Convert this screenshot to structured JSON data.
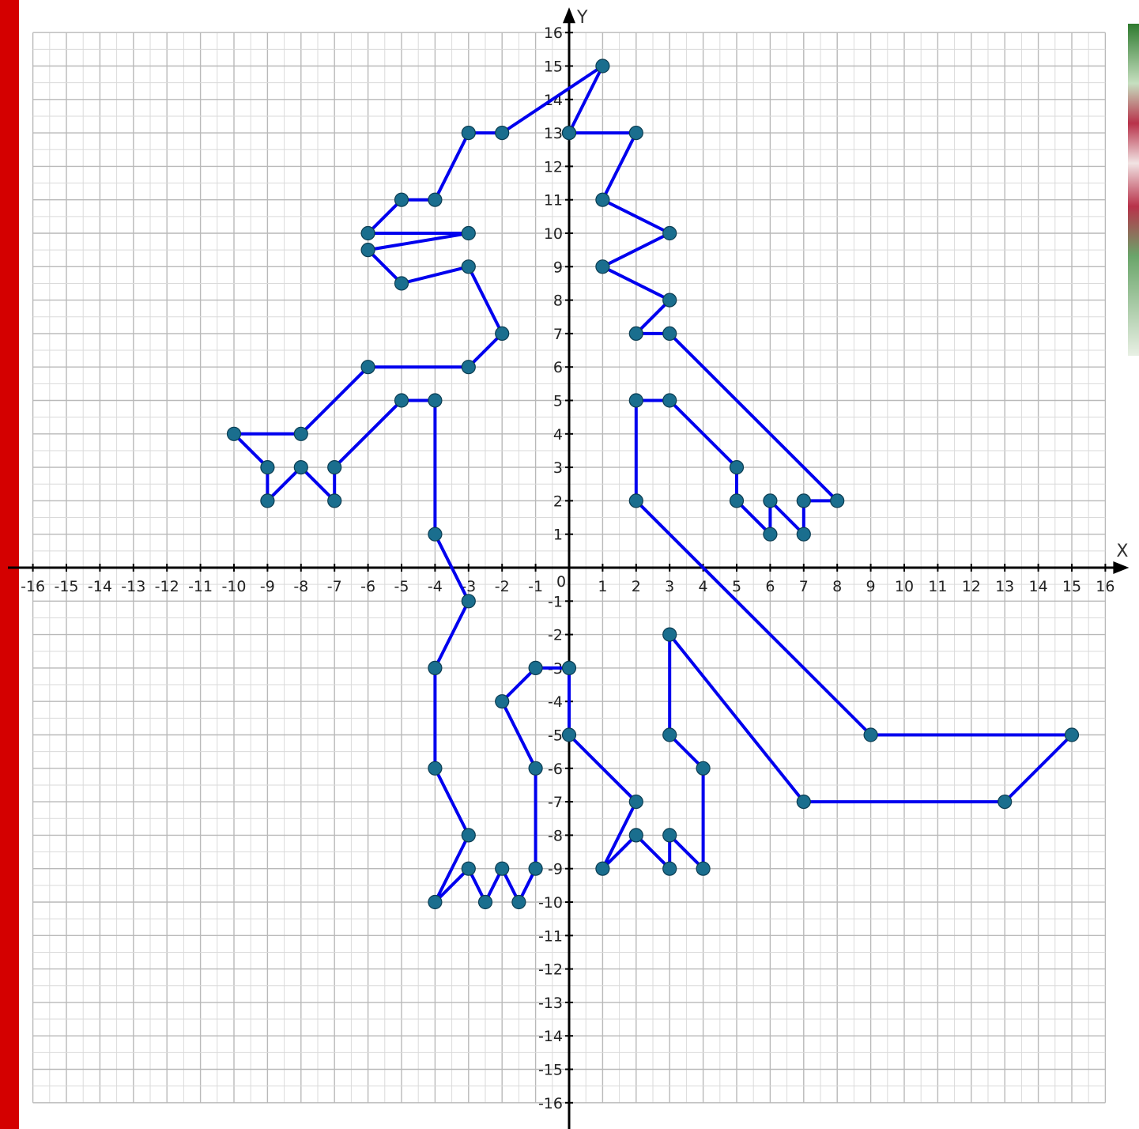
{
  "chart_data": {
    "type": "scatter",
    "title": "",
    "xlabel": "X",
    "ylabel": "Y",
    "xlim": [
      -16,
      16
    ],
    "ylim": [
      -16,
      16
    ],
    "grid": true,
    "origin_label": "0",
    "x_ticks": [
      "-16",
      "-15",
      "-14",
      "-13",
      "-12",
      "-11",
      "-10",
      "-9",
      "-8",
      "-7",
      "-6",
      "-5",
      "-4",
      "-3",
      "-2",
      "-1",
      "1",
      "2",
      "3",
      "4",
      "5",
      "6",
      "7",
      "8",
      "9",
      "10",
      "11",
      "12",
      "13",
      "14",
      "15",
      "16"
    ],
    "y_ticks": [
      "16",
      "15",
      "14",
      "13",
      "12",
      "11",
      "10",
      "9",
      "8",
      "7",
      "6",
      "5",
      "4",
      "3",
      "2",
      "1",
      "-1",
      "-2",
      "-3",
      "-4",
      "-5",
      "-6",
      "-7",
      "-8",
      "-9",
      "-10",
      "-11",
      "-12",
      "-13",
      "-14",
      "-15",
      "-16"
    ],
    "line_color": "#0000ee",
    "point_color": "#1a6e8e",
    "paths": [
      [
        [
          0,
          13
        ],
        [
          1,
          15
        ],
        [
          -2,
          13
        ],
        [
          -3,
          13
        ],
        [
          -4,
          11
        ],
        [
          -5,
          11
        ],
        [
          -6,
          10
        ],
        [
          -3,
          10
        ],
        [
          -6,
          9.5
        ],
        [
          -5,
          8.5
        ],
        [
          -3,
          9
        ],
        [
          -2,
          7
        ],
        [
          -3,
          6
        ],
        [
          -6,
          6
        ],
        [
          -8,
          4
        ],
        [
          -10,
          4
        ],
        [
          -9,
          3
        ],
        [
          -9,
          2
        ],
        [
          -8,
          3
        ],
        [
          -7,
          2
        ],
        [
          -7,
          3
        ],
        [
          -5,
          5
        ],
        [
          -4,
          5
        ],
        [
          -4,
          1
        ],
        [
          -3,
          -1
        ],
        [
          -4,
          -3
        ],
        [
          -4,
          -6
        ],
        [
          -3,
          -8
        ],
        [
          -4,
          -10
        ],
        [
          -3,
          -9
        ],
        [
          -2.5,
          -10
        ],
        [
          -2,
          -9
        ],
        [
          -1.5,
          -10
        ],
        [
          -1,
          -9
        ],
        [
          -1,
          -6
        ],
        [
          -2,
          -4
        ],
        [
          -1,
          -3
        ],
        [
          0,
          -3
        ],
        [
          0,
          -5
        ],
        [
          2,
          -7
        ],
        [
          1,
          -9
        ],
        [
          2,
          -8
        ],
        [
          3,
          -9
        ],
        [
          3,
          -8
        ],
        [
          4,
          -9
        ],
        [
          4,
          -6
        ],
        [
          3,
          -5
        ],
        [
          3,
          -2
        ],
        [
          7,
          -7
        ],
        [
          13,
          -7
        ],
        [
          15,
          -5
        ],
        [
          9,
          -5
        ],
        [
          2,
          2
        ],
        [
          2,
          5
        ],
        [
          3,
          5
        ],
        [
          5,
          3
        ],
        [
          5,
          2
        ],
        [
          6,
          1
        ],
        [
          6,
          2
        ],
        [
          7,
          1
        ],
        [
          7,
          2
        ],
        [
          8,
          2
        ],
        [
          3,
          7
        ],
        [
          2,
          7
        ],
        [
          3,
          8
        ],
        [
          1,
          9
        ],
        [
          3,
          10
        ],
        [
          1,
          11
        ],
        [
          2,
          13
        ],
        [
          0,
          13
        ]
      ]
    ]
  }
}
